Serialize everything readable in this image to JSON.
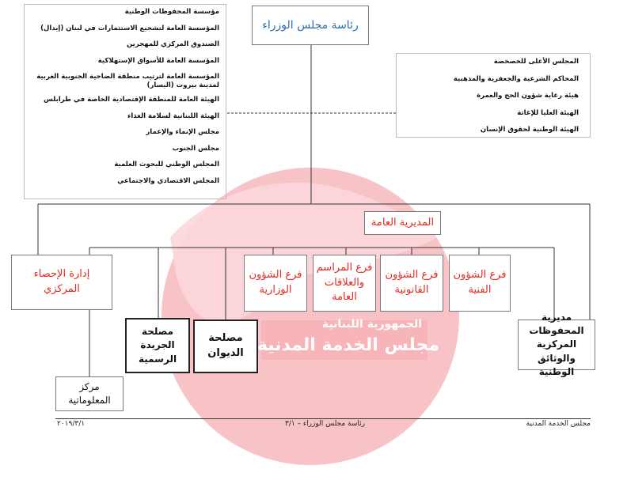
{
  "top": {
    "title": "رئاسة مجلس الوزراء"
  },
  "left_list": [
    "مؤسسة المحفوظات الوطنية",
    "المؤسسة العامة لتشجيع الاستثمارات في لبنان (إيدال)",
    "الصندوق المركزي للمهجرين",
    "المؤسسة العامة للأسواق الإستهلاكية",
    "المؤسسة العامة لترتيب منطقة الضاحية الجنوبية الغربية لمدينة بيروت (اليسار)",
    "الهيئة العامة للمنطقة الإقتصادية الخاصة في طرابلس",
    "الهيئة اللبنانية لسلامة الغذاء",
    "مجلس الإنماء والإعمار",
    "مجلس الجنوب",
    "المجلس الوطني للبحوث العلمية",
    "المجلس الاقتصادي والاجتماعي"
  ],
  "right_list": [
    "المجلس الأعلى للخصخصة",
    "المحاكم الشرعية والجعفرية والمذهبية",
    "هيئة رعاية شؤون الحج والعمرة",
    "الهيئة العليا للإغاثة",
    "الهيئة الوطنية لحقوق الإنسان"
  ],
  "general_directorate": "المديرية العامة",
  "branches": {
    "technical": "فرع الشؤون\nالفنية",
    "legal": "فرع الشؤون\nالقانونية",
    "protocol": "فرع المراسم\nوالعلاقات\nالعامة",
    "ministerial": "فرع الشؤون\nالوزارية"
  },
  "units": {
    "archives": "مديرية المحفوظات\nالمركزية والوثائق\nالوطنية",
    "diwan": "مصلحة\nالديوان",
    "gazette": "مصلحة\nالجريدة\nالرسمية",
    "info_center": "مركز\nالمعلوماتية",
    "statistics": "إدارة الإحصاء\nالمركزي"
  },
  "watermark": {
    "text_line1": "الجمهورية اللبنانية",
    "text_line2": "مجلس الخدمة المدنية"
  },
  "footer": {
    "left": "مجلس الخدمة المدنية",
    "center": "رئاسة مجلس الوزراء – ٣/١",
    "right": "٢٠١٩/٣/١"
  },
  "colors": {
    "title_blue": "#2d6fa8",
    "accent_red": "#e8281e",
    "watermark_pink": "#f7b3b8"
  }
}
